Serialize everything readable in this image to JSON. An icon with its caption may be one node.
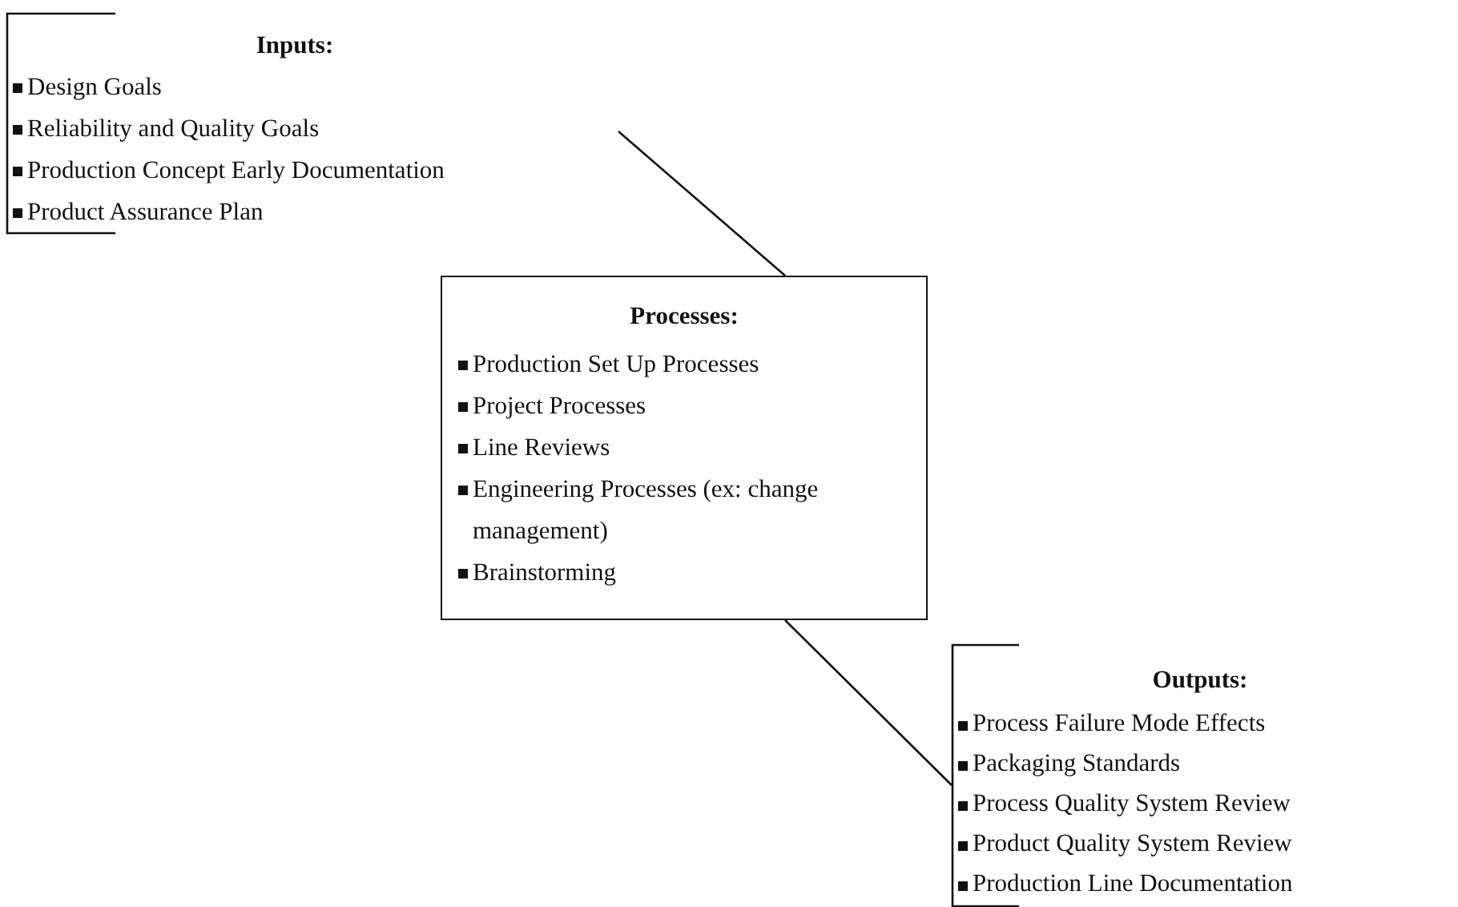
{
  "diagram": {
    "nodes": [
      {
        "text": [
          "Inputs:",
          "Design Goals",
          "Reliability and Quality Goals",
          "Production Concept Early Documentation",
          "Product Assurance Plan"
        ]
      },
      {
        "text": [
          "Processes:",
          "Production Set Up Processes",
          "Project Processes",
          "Line Reviews",
          "Engineering Processes (ex: change management)",
          "Brainstorming"
        ]
      },
      {
        "text": [
          "Outputs:",
          "Process Failure Mode Effects",
          "Packaging Standards",
          "Process Quality System Review",
          "Product Quality System Review",
          "Production Line Documentation"
        ]
      }
    ],
    "edges": [
      {
        "from": 0,
        "to": 1,
        "arrow": "none"
      },
      {
        "from": 1,
        "to": 2,
        "arrow": "none"
      }
    ]
  }
}
